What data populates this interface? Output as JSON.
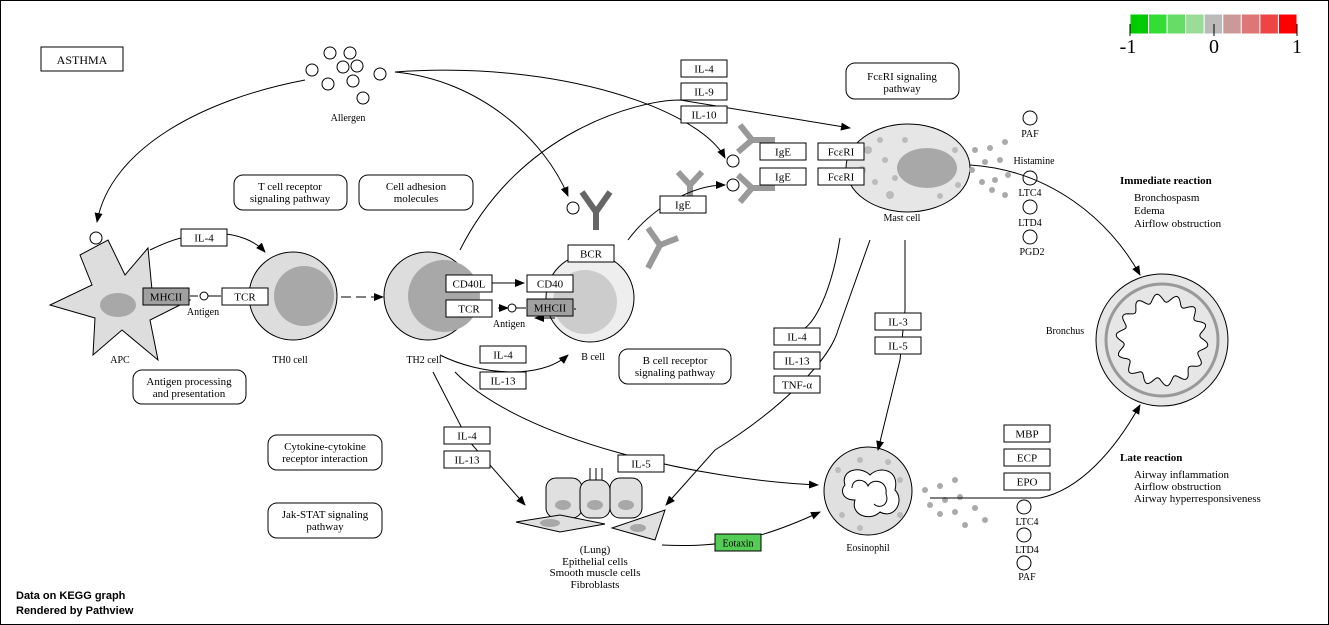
{
  "title": "ASTHMA",
  "legend": {
    "min_label": "-1",
    "mid_label": "0",
    "max_label": "1",
    "colors": [
      "#00cc00",
      "#33dd33",
      "#66dd66",
      "#99dd99",
      "#bbbbbb",
      "#cc9999",
      "#dd7777",
      "#ee4444",
      "#ff0000"
    ]
  },
  "cells": {
    "allergen": "Allergen",
    "apc": "APC",
    "th0": "TH0 cell",
    "th2": "TH2 cell",
    "bcell": "B cell",
    "mast": "Mast cell",
    "eosinophil": "Eosinophil",
    "bronchus": "Bronchus",
    "lung": "(Lung)",
    "epithelial": "Epithelial cells",
    "smooth": "Smooth muscle cells",
    "fibro": "Fibroblasts"
  },
  "pathways": {
    "tcr": [
      "T cell receptor",
      "signaling pathway"
    ],
    "adhesion": [
      "Cell adhesion",
      "molecules"
    ],
    "fceri": [
      "FcεRI signaling",
      "pathway"
    ],
    "bcr": [
      "B cell receptor",
      "signaling pathway"
    ],
    "antigen": [
      "Antigen processing",
      "and presentation"
    ],
    "cytokine": [
      "Cytokine-cytokine",
      "receptor interaction"
    ],
    "jak": [
      "Jak-STAT signaling",
      "pathway"
    ]
  },
  "genes": {
    "il4_top": "IL-4",
    "il9": "IL-9",
    "il10": "IL-10",
    "ige1": "IgE",
    "ige2": "IgE",
    "ige3": "IgE",
    "fceri1": "FcεRI",
    "fceri2": "FcεRI",
    "il4_apc": "IL-4",
    "mhcii_apc": "MHCII",
    "tcr_th0": "TCR",
    "cd40l": "CD40L",
    "cd40": "CD40",
    "tcr_th2": "TCR",
    "mhcii_b": "MHCII",
    "bcr": "BCR",
    "il4_mid": "IL-4",
    "il13_mid": "IL-13",
    "il4_right": "IL-4",
    "il13_right": "IL-13",
    "tnfa": "TNF-α",
    "il3": "IL-3",
    "il5_right": "IL-5",
    "il4_low": "IL-4",
    "il13_low": "IL-13",
    "il5_low": "IL-5",
    "mbp": "MBP",
    "ecp": "ECP",
    "epo": "EPO",
    "eotaxin": "Eotaxin"
  },
  "antigen_labels": {
    "apc": "Antigen",
    "b": "Antigen"
  },
  "mediators_top": [
    "PAF",
    "Histamine",
    "LTC4",
    "LTD4",
    "PGD2"
  ],
  "mediators_bottom": [
    "LTC4",
    "LTD4",
    "PAF"
  ],
  "immediate": {
    "title": "Immediate reaction",
    "items": [
      "Bronchospasm",
      "Edema",
      "Airflow obstruction"
    ]
  },
  "late": {
    "title": "Late reaction",
    "items": [
      "Airway inflammation",
      "Airflow obstruction",
      "Airway hyperresponsiveness"
    ]
  },
  "colors": {
    "eotaxin_fill": "#55cc55",
    "cell_fill": "#dddddd",
    "nucleus_fill": "#a8a8a8",
    "mhcii_fill": "#a0a0a0"
  },
  "footer": {
    "line1": "Data on KEGG graph",
    "line2": "Rendered by Pathview"
  }
}
